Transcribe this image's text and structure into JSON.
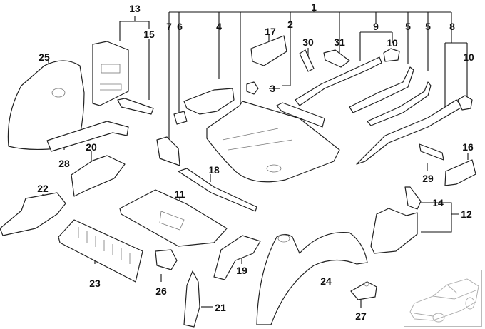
{
  "diagram": {
    "type": "exploded parts diagram",
    "subject": "vehicle rear floor / body structure parts",
    "callouts": [
      {
        "id": "1",
        "label": "1"
      },
      {
        "id": "2",
        "label": "2"
      },
      {
        "id": "3",
        "label": "3"
      },
      {
        "id": "4",
        "label": "4"
      },
      {
        "id": "5a",
        "label": "5"
      },
      {
        "id": "5b",
        "label": "5"
      },
      {
        "id": "6",
        "label": "6"
      },
      {
        "id": "7",
        "label": "7"
      },
      {
        "id": "8",
        "label": "8"
      },
      {
        "id": "9",
        "label": "9"
      },
      {
        "id": "10a",
        "label": "10"
      },
      {
        "id": "10b",
        "label": "10"
      },
      {
        "id": "11",
        "label": "11"
      },
      {
        "id": "12",
        "label": "12"
      },
      {
        "id": "13",
        "label": "13"
      },
      {
        "id": "14",
        "label": "14"
      },
      {
        "id": "15",
        "label": "15"
      },
      {
        "id": "16",
        "label": "16"
      },
      {
        "id": "17",
        "label": "17"
      },
      {
        "id": "18",
        "label": "18"
      },
      {
        "id": "19",
        "label": "19"
      },
      {
        "id": "20",
        "label": "20"
      },
      {
        "id": "21",
        "label": "21"
      },
      {
        "id": "22",
        "label": "22"
      },
      {
        "id": "23",
        "label": "23"
      },
      {
        "id": "24",
        "label": "24"
      },
      {
        "id": "25",
        "label": "25"
      },
      {
        "id": "26",
        "label": "26"
      },
      {
        "id": "27",
        "label": "27"
      },
      {
        "id": "28",
        "label": "28"
      },
      {
        "id": "29",
        "label": "29"
      },
      {
        "id": "30",
        "label": "30"
      },
      {
        "id": "31",
        "label": "31"
      }
    ],
    "groups": [
      {
        "parent": "1",
        "children": [
          "7",
          "6",
          "4",
          "2",
          "31",
          "9",
          "5",
          "5",
          "8"
        ]
      },
      {
        "parent": "13",
        "children": [
          "15"
        ]
      },
      {
        "parent": "9",
        "children": [
          "10"
        ]
      },
      {
        "parent": "8",
        "children": [
          "10"
        ]
      },
      {
        "parent": "12",
        "children": [
          "14"
        ]
      },
      {
        "parent": "2",
        "children": [
          "3"
        ]
      }
    ],
    "thumbnail": {
      "icon": "car-overview-icon",
      "description": "vehicle location thumbnail"
    }
  }
}
